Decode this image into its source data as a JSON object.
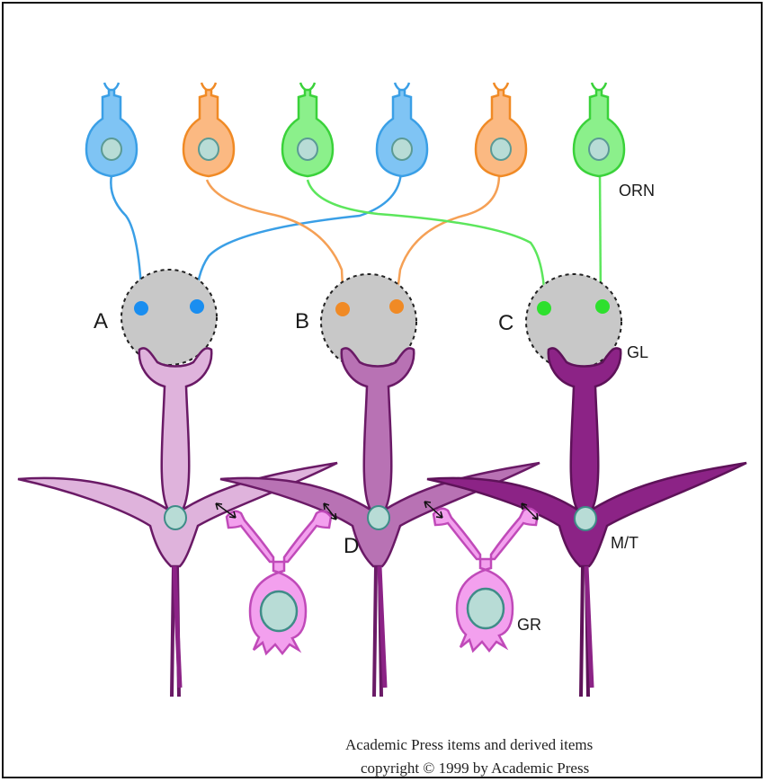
{
  "labels": {
    "glomerulus_a": "A",
    "glomerulus_b": "B",
    "glomerulus_c": "C",
    "cell_d": "D",
    "orn": "ORN",
    "gl": "GL",
    "mt": "M/T",
    "gr": "GR"
  },
  "credit": {
    "line1": "Academic Press items and derived items",
    "line2": "copyright © 1999 by Academic Press"
  },
  "colors": {
    "blue": "#3a9fe6",
    "orange": "#f5a055",
    "green": "#5ce65c",
    "nucleus": "#b8dcd6",
    "mt_light": "#dfb3dc",
    "mt_medium": "#b872b4",
    "mt_dark": "#8c2386",
    "granule": "#f3a0ee",
    "glomerulus": "#c8c8c8"
  },
  "orn_colors": [
    "blue",
    "orange",
    "green",
    "blue",
    "orange",
    "green"
  ]
}
